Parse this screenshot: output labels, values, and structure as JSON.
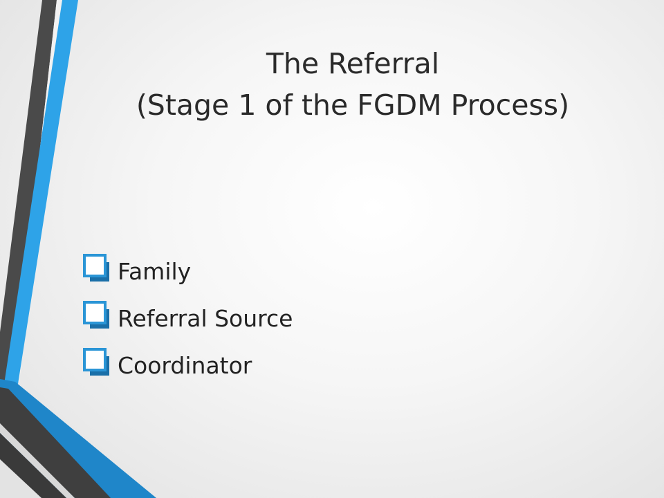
{
  "slide": {
    "title_line1": "The Referral",
    "title_line2": "(Stage 1 of the FGDM Process)",
    "bullets": [
      {
        "label": "Family",
        "icon": "checkbox-icon"
      },
      {
        "label": "Referral Source",
        "icon": "checkbox-icon"
      },
      {
        "label": "Coordinator",
        "icon": "checkbox-icon"
      }
    ]
  },
  "colors": {
    "accent_blue": "#2ea3e8",
    "dark_stripe": "#4a4a4a",
    "text": "#222222"
  }
}
